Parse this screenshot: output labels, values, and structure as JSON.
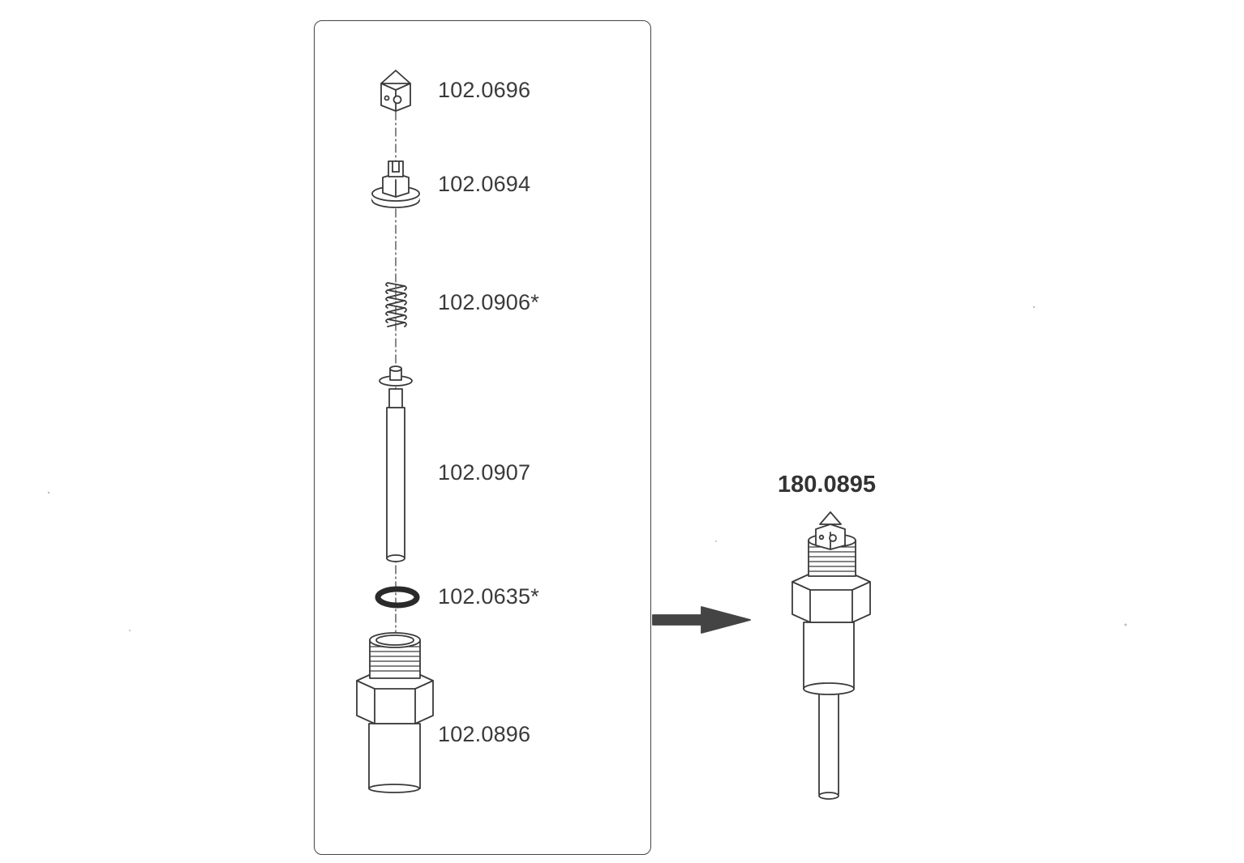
{
  "assembly": {
    "part_number": "180.0895"
  },
  "components": [
    {
      "part_number": "102.0696",
      "icon": "nozzle-cap-icon"
    },
    {
      "part_number": "102.0694",
      "icon": "valve-seat-icon"
    },
    {
      "part_number": "102.0906*",
      "icon": "spring-icon"
    },
    {
      "part_number": "102.0907",
      "icon": "pin-rod-icon"
    },
    {
      "part_number": "102.0635*",
      "icon": "o-ring-icon"
    },
    {
      "part_number": "102.0896",
      "icon": "threaded-body-icon"
    }
  ],
  "colors": {
    "line": "#3a3a3a",
    "arrow": "#444444",
    "oring": "#2a2a2a"
  }
}
